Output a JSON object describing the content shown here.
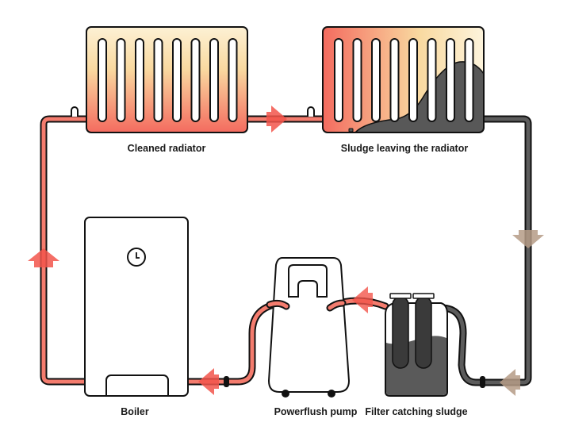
{
  "diagram": {
    "title": "Powerflush circuit",
    "colors": {
      "clean_pipe": "#f47c6e",
      "dirty_pipe": "#5c5c5c",
      "outline": "#111111",
      "arrow_clean": "#f2554b",
      "arrow_dirty": "#b59b86",
      "sludge": "#585858",
      "radiator_hot": "#f47466",
      "radiator_warm": "#fbe3a8"
    },
    "components": [
      {
        "id": "cleaned-radiator",
        "label": "Cleaned radiator"
      },
      {
        "id": "sludge-radiator",
        "label": "Sludge leaving the radiator"
      },
      {
        "id": "boiler",
        "label": "Boiler"
      },
      {
        "id": "powerflush-pump",
        "label": "Powerflush pump"
      },
      {
        "id": "filter",
        "label": "Filter catching sludge"
      }
    ],
    "flow_arrows": [
      {
        "id": "arrow-left-up",
        "direction": "up",
        "type": "clean"
      },
      {
        "id": "arrow-between-radiators",
        "direction": "right",
        "type": "clean"
      },
      {
        "id": "arrow-right-down",
        "direction": "down",
        "type": "dirty"
      },
      {
        "id": "arrow-into-filter",
        "direction": "left",
        "type": "dirty"
      },
      {
        "id": "arrow-filter-to-pump",
        "direction": "left",
        "type": "clean"
      },
      {
        "id": "arrow-into-boiler",
        "direction": "left",
        "type": "clean"
      }
    ]
  }
}
